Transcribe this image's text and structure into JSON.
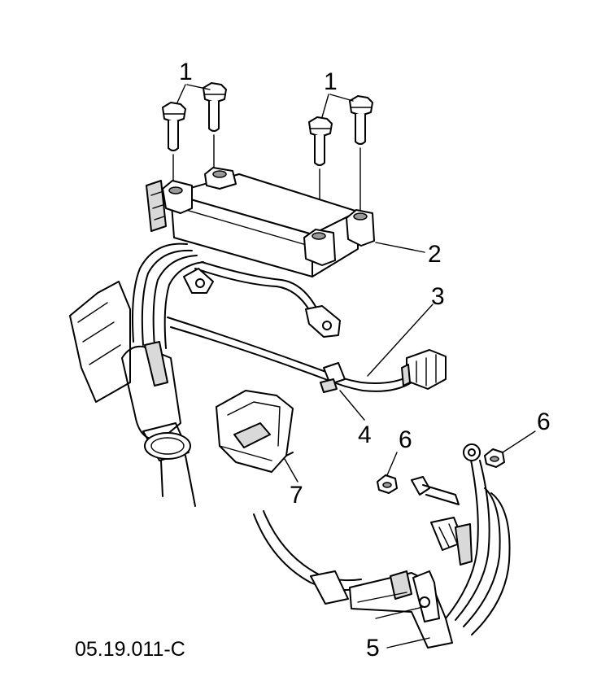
{
  "callouts": {
    "c1a": "1",
    "c1b": "1",
    "c2": "2",
    "c3": "3",
    "c4": "4",
    "c5": "5",
    "c6a": "6",
    "c6b": "6",
    "c7": "7"
  },
  "figure_code": "05.19.011-C"
}
